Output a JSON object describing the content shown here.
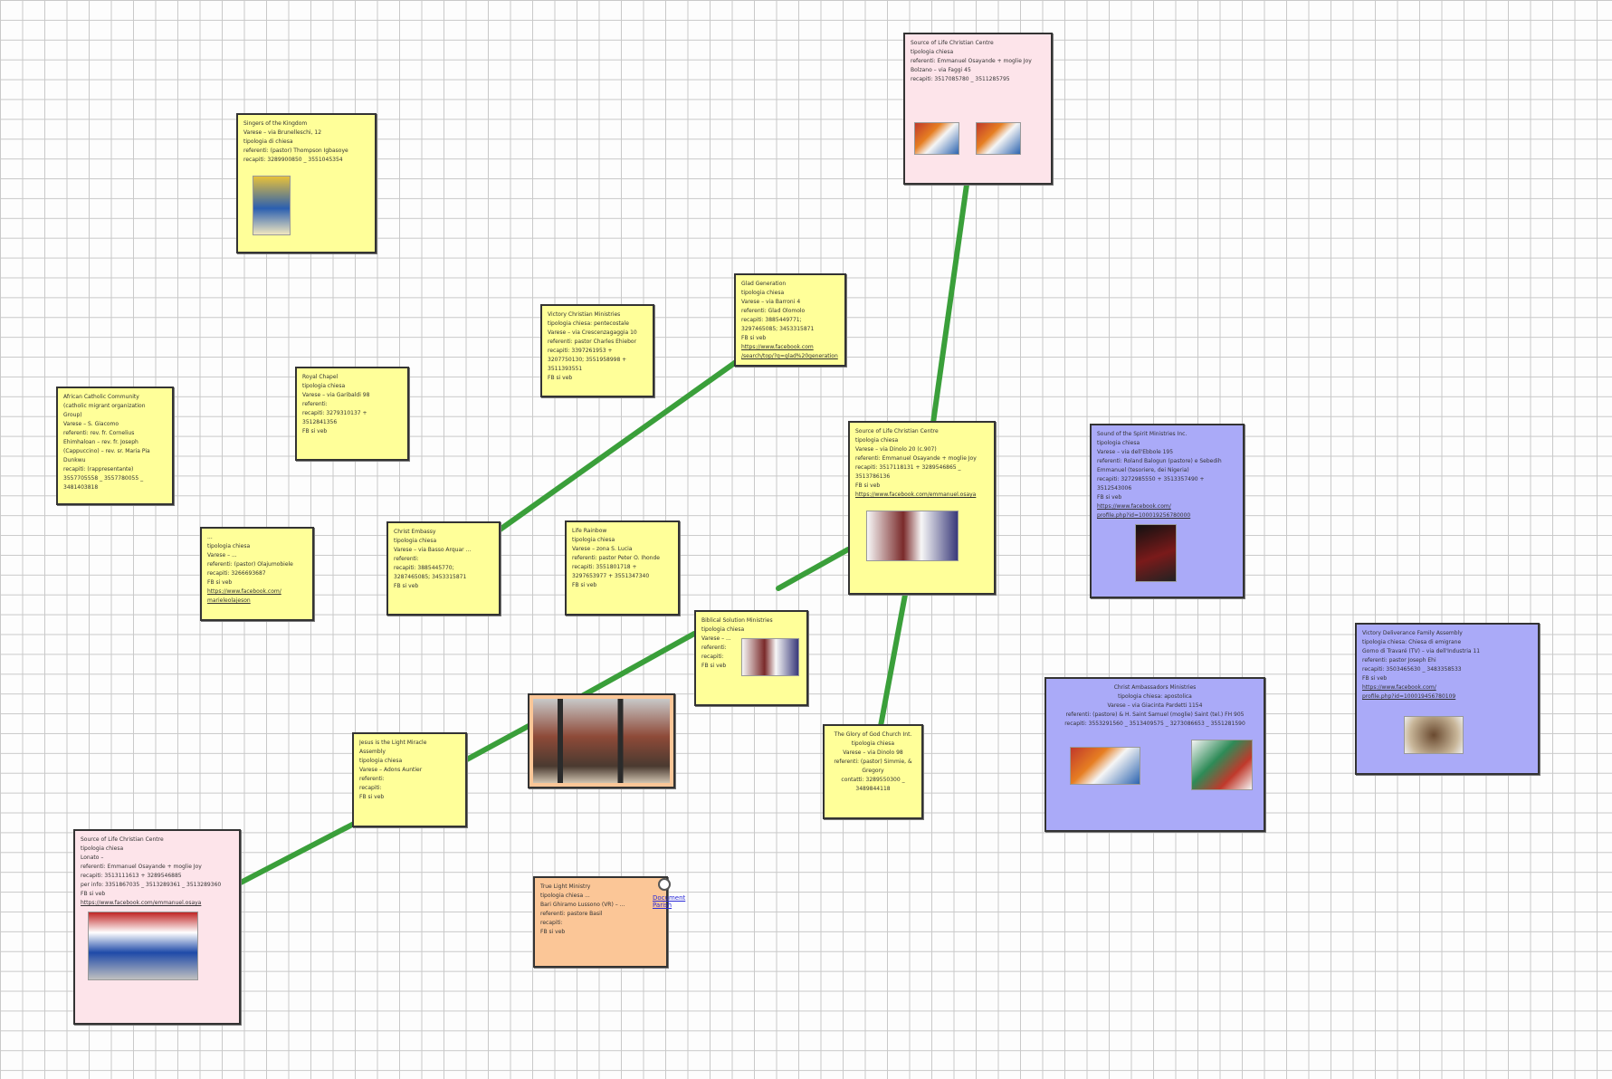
{
  "colors": {
    "connector": "#3a9f3a",
    "yellow_node": "#ffff99",
    "pink_node": "#fde4ea",
    "blue_node": "#aaaaf8",
    "orange_node": "#fbc697"
  },
  "nodes": {
    "singers_kingdom": {
      "title": "Singers of the Kingdom",
      "lines": [
        "Varese – via Brunelleschi, 12",
        "tipologia di chiesa",
        "referenti: (pastor) Thompson Igbasoye",
        "recapiti: 3289900850 _ 3551045354"
      ]
    },
    "source_top": {
      "title": "Source of Life Christian Centre",
      "lines": [
        "tipologia chiesa",
        "referenti: Emmanuel Osayande + moglie Joy",
        "Bolzano – via Faggi 45",
        "recapiti: 3517085780 _ 3511285795"
      ]
    },
    "david_generation": {
      "title": "Glad Generation",
      "lines": [
        "tipologia chiesa",
        "Varese – via Barroni 4",
        "referenti: Glad Olomolo",
        "recapiti: 3885449771;",
        "3297465085; 3453315871",
        "FB si veb",
        "https://www.facebook.com",
        "/search/top/?q=glad%20generation"
      ]
    },
    "victory_christian": {
      "title": "Victory Christian Ministries",
      "lines": [
        "tipologia chiesa: pentecostale",
        "Varese – via Crescenzagaggia 10",
        "referenti: pastor Charles Ehiebor",
        "recapiti: 3397261953 +",
        "3207750130; 3551958998 +",
        "3511393551",
        "FB si veb"
      ]
    },
    "african_catholic": {
      "title": "African Catholic Community",
      "lines": [
        "(catholic migrant organization",
        "Group)",
        "Varese – S. Giacomo",
        "referenti: rev. fr. Cornelius",
        "Ehimhaloan – rev. fr. Joseph",
        "(Cappuccino) – rev. sr. Maria Pia",
        "Dunkwu",
        "recapiti: (rappresentante)",
        "3557705558 _ 3557780055 _",
        "3481403818"
      ]
    },
    "royal_chapel": {
      "title": "Royal Chapel",
      "lines": [
        "tipologia chiesa",
        "Varese – via Garibaldi 98",
        "referenti:",
        "recapiti: 3279310137 +",
        "3512841356",
        "FB si veb"
      ]
    },
    "source_middle": {
      "title": "Source of Life Christian Centre",
      "lines": [
        "tipologia chiesa",
        "Varese – via Dinolo 20 (c.907)",
        "referenti: Emmanuel Osayande + moglie Joy",
        "recapiti: 3517118131 + 3289546865 _",
        "3513786136",
        "FB si veb",
        "https://www.facebook.com/emmanuel.osaya"
      ]
    },
    "sound_spirit": {
      "title": "Sound of the Spirit Ministries Inc.",
      "lines": [
        "tipologia chiesa",
        "Varese – via dell'Ebbole 195",
        "referenti: Roland Balogun (pastore) e Sebedih",
        "Emmanuel (tesoriere, dei Nigeria)",
        "recapiti: 3272985550 + 3513357490 +",
        "3512543006",
        "FB si veb",
        "https://www.facebook.com/",
        "profile.php?id=100019256780000"
      ]
    },
    "unknown_church": {
      "title": "...",
      "lines": [
        "tipologia chiesa",
        "Varese – ...",
        "referenti: (pastor) Olajumobiele",
        "recapiti: 3266693687",
        "FB si veb",
        "https://www.facebook.com/",
        "marieleolajeson"
      ]
    },
    "christ_embassy": {
      "title": "Christ Embassy",
      "lines": [
        "tipologia chiesa",
        "Varese – via Basso Arquar ...",
        "referenti:",
        "recapiti: 3885445770;",
        "3287465085; 3453315871",
        "FB si veb"
      ]
    },
    "life_rainbow": {
      "title": "Life Rainbow",
      "lines": [
        "tipologia chiesa",
        "Varese – zona S. Lucia",
        "referenti: pastor Peter O. Ihonde",
        "recapiti: 3551801718 +",
        "3297653977 + 3551347340",
        "FB si veb"
      ]
    },
    "biblical_solution": {
      "title": "Biblical Solution Ministries",
      "lines": [
        "tipologia chiesa",
        "Varese – ...",
        "referenti:",
        "recapiti:",
        "FB si veb"
      ]
    },
    "victory_deliverance": {
      "title": "Victory Deliverance Family Assembly",
      "lines": [
        "tipologia chiesa: Chiesa di emigrane",
        "Gorno di Travaré (TV) – via dell'Industria 11",
        "referenti: pastor Joseph Ehi",
        "recapiti: 3503465630 _ 3483358533",
        "FB si veb",
        "https://www.facebook.com/",
        "profile.php?id=100019456780109"
      ]
    },
    "christ_ambassadors": {
      "title": "Christ Ambassadors Ministries",
      "lines": [
        "tipologia chiesa: apostolica",
        "Varese – via Giacinta Pardetti 1154",
        "referenti: (pastore) & H. Saint Samuel (moglie) Saint (tel.) FH 905",
        "recapiti: 3553291560 _ 3513409575 _ 3273086653 _ 3551281590"
      ]
    },
    "jesus_light": {
      "title": "Jesus is the Light Miracle",
      "lines": [
        "Assembly",
        "tipologia chiesa",
        "Varese – Adons Auntier",
        "referenti:",
        "recapiti:",
        "FB si veb"
      ]
    },
    "glory_god": {
      "title": "The Glory of God Church Int.",
      "lines": [
        "tipologia chiesa",
        "Varese – via Dinolo 98",
        "referenti: (pastor) Simmie, &",
        "Gregory",
        "contatti: 3289550300 _",
        "3489844118"
      ]
    },
    "source_bottom": {
      "title": "Source of Life Christian Centre",
      "lines": [
        "tipologia chiesa",
        "Lonato –",
        "referenti: Emmanuel Osayande + moglie Joy",
        "recapiti: 3513111613 + 3289546885",
        "per info: 3351867035 _ 3513289361 _ 3513289360",
        "FB si veb",
        "https://www.facebook.com/emmanuel.osaya"
      ]
    },
    "true_light": {
      "title": "True Light Ministry",
      "lines": [
        "tipologia chiesa ...",
        "Bari Ghiramo Lussono (VR) – ...",
        "referenti: pastore Basil",
        "recapiti:",
        "FB si veb"
      ]
    }
  },
  "attachment": {
    "label": "Document Parish"
  }
}
